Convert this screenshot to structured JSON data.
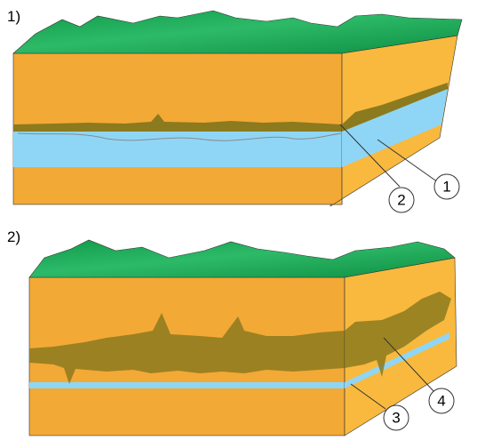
{
  "panels": [
    {
      "label": "1)",
      "callouts": [
        "2",
        "1"
      ]
    },
    {
      "label": "2)",
      "callouts": [
        "3",
        "4"
      ]
    }
  ],
  "colors": {
    "sand": "#F3A936",
    "sand_side": "#F8B93E",
    "sand_edge": "#D9902A",
    "water": "#8FD6F6",
    "clay": "#8C7A1E",
    "grass": "#1FAF5A",
    "grass_light": "#6FCF82",
    "outline": "#333333"
  }
}
